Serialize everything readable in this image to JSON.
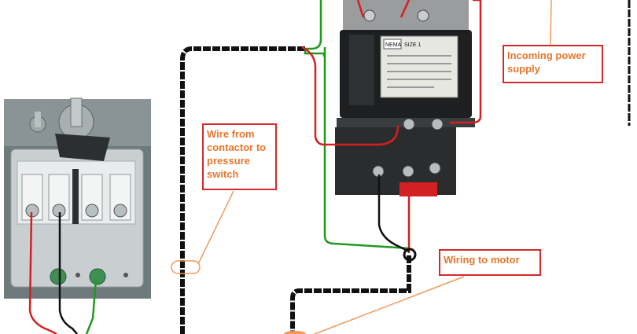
{
  "callouts": {
    "contactor_to_pressure_switch": "Wire from contactor to pressure switch",
    "incoming_power": "Incoming power supply",
    "motor": "Wiring to motor"
  },
  "contactor": {
    "nameplate_brand": "NEMA",
    "nameplate_size": "SIZE 1"
  },
  "colors": {
    "callout_border": "#d42a2a",
    "callout_text": "#e8772e",
    "black_wire": "#111111",
    "red_wire": "#d42020",
    "green_wire": "#1f9a1f",
    "leader_line": "#f09a5a"
  }
}
